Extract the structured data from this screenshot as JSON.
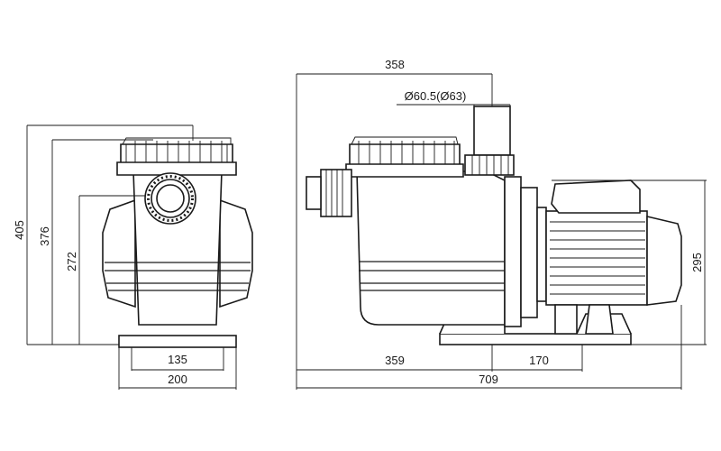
{
  "drawing": {
    "front_view": {
      "overall_height": "405",
      "body_height": "376",
      "port_height": "272",
      "base_inner_width": "135",
      "base_width": "200"
    },
    "side_view": {
      "port_offset": "358",
      "port_diameter": "Ø60.5(Ø63)",
      "motor_height": "295",
      "pump_length": "359",
      "motor_length": "170",
      "overall_length": "709"
    }
  }
}
